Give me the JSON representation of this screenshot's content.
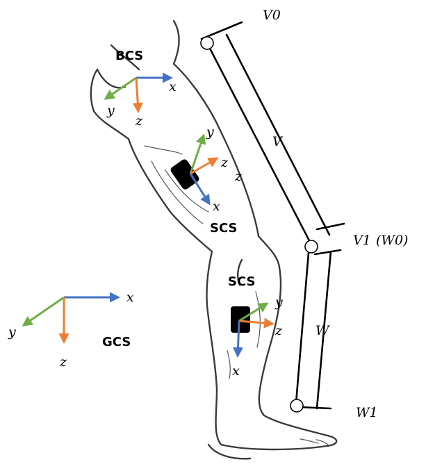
{
  "colors": {
    "x_axis": "#4472C4",
    "y_axis": "#70AD47",
    "z_axis": "#ED7D31",
    "sensor": "#000000",
    "outline": "#3a3a3a"
  },
  "frames": {
    "bcs": {
      "label": "BCS",
      "x": "x",
      "y": "y",
      "z": "z"
    },
    "scs_thigh": {
      "label": "SCS",
      "x": "x",
      "y": "y",
      "z": "z",
      "extra": "z"
    },
    "scs_shank": {
      "label": "SCS",
      "x": "x",
      "y": "y",
      "z": "z"
    },
    "gcs": {
      "label": "GCS",
      "x": "x",
      "y": "y",
      "z": "z"
    }
  },
  "segments": {
    "v0": "V0",
    "v": "V",
    "v1": "V1",
    "w0": "(W0)",
    "w": "W",
    "w1": "W1"
  }
}
